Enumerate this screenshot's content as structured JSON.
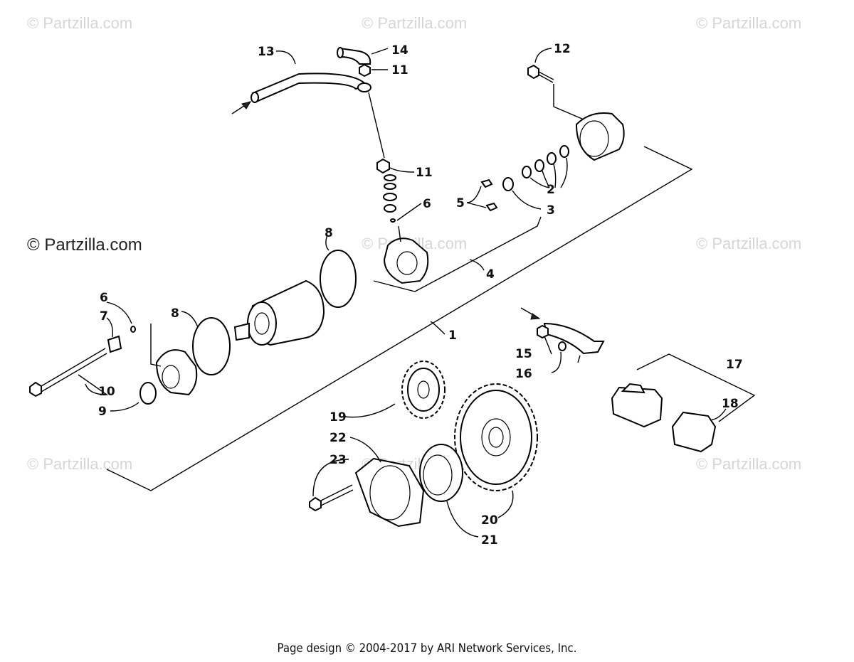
{
  "watermarks": {
    "main": "© Partzilla.com",
    "faint": "© Partzilla.com"
  },
  "callouts": {
    "c1": "1",
    "c2": "2",
    "c3": "3",
    "c4": "4",
    "c5": "5",
    "c6a": "6",
    "c6b": "6",
    "c7": "7",
    "c8a": "8",
    "c8b": "8",
    "c9": "9",
    "c10": "10",
    "c11a": "11",
    "c11b": "11",
    "c12": "12",
    "c13": "13",
    "c14": "14",
    "c15": "15",
    "c16": "16",
    "c17": "17",
    "c18": "18",
    "c19": "19",
    "c20": "20",
    "c21": "21",
    "c22": "22",
    "c23": "23"
  },
  "footer": "Page design © 2004-2017 by ARI Network Services, Inc.",
  "colors": {
    "line": "#000000",
    "watermark": "#d6d6d6",
    "background": "#ffffff"
  }
}
